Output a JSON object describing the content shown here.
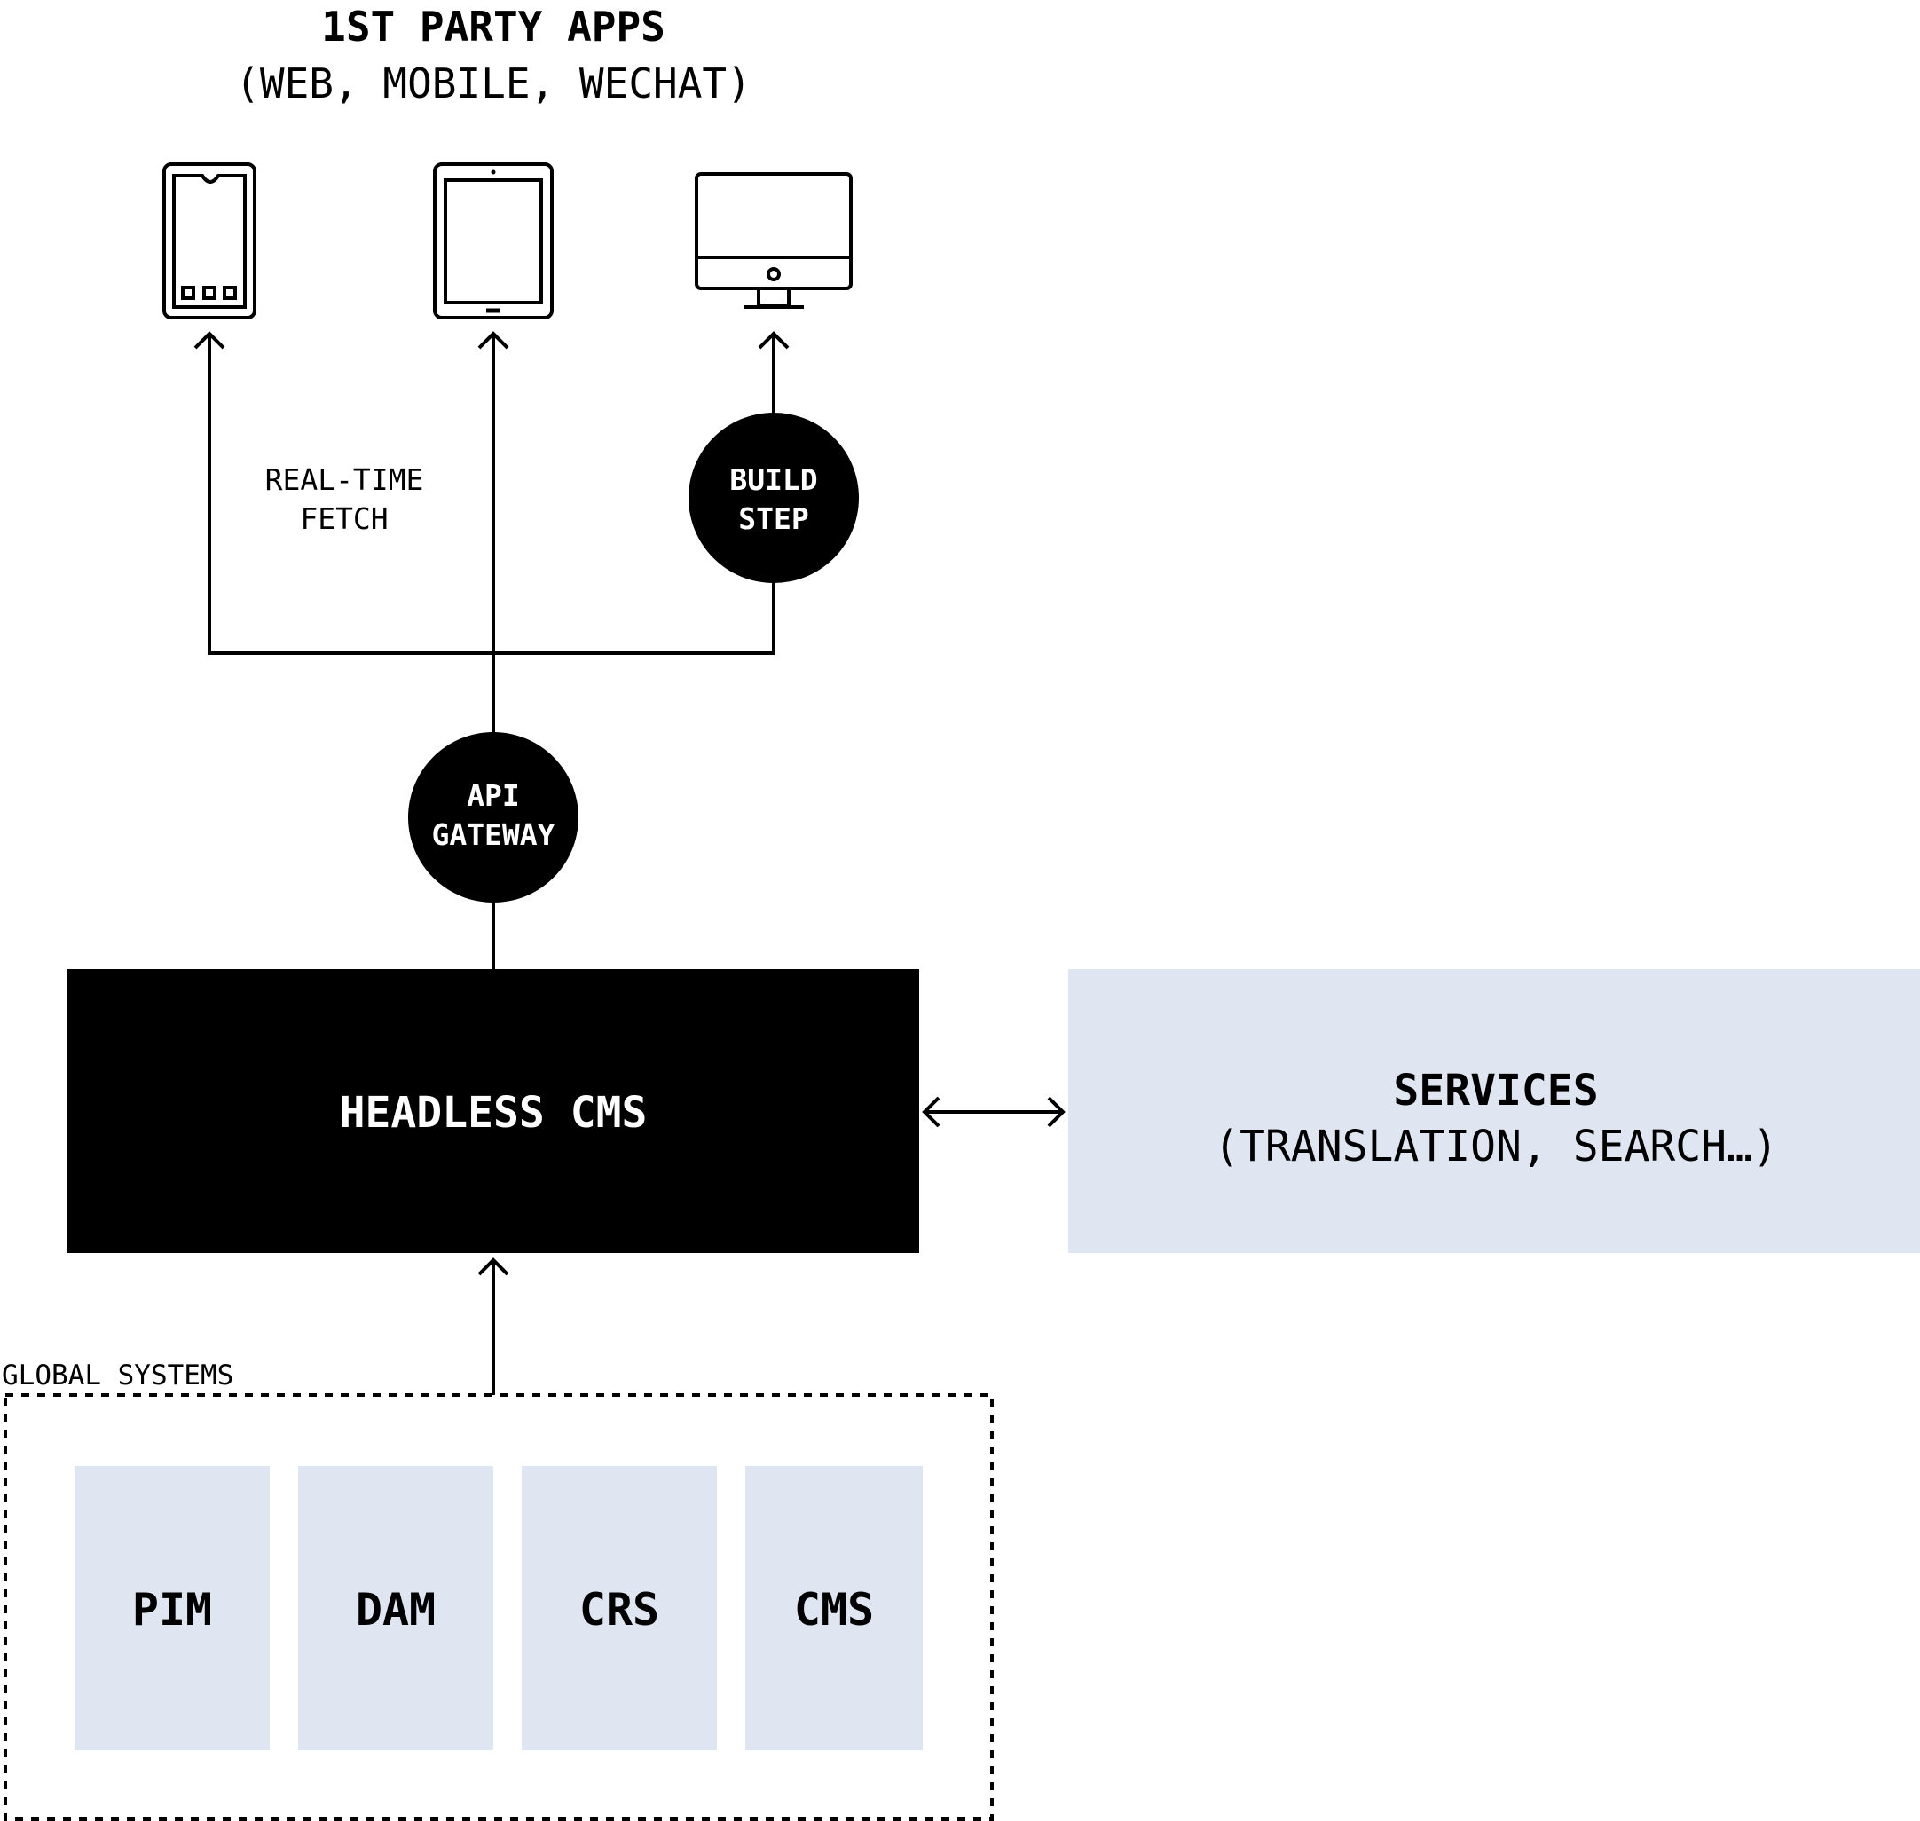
{
  "title": {
    "line1": "1ST PARTY APPS",
    "line2": "(WEB, MOBILE, WECHAT)"
  },
  "devices": [
    {
      "icon": "smartphone-icon"
    },
    {
      "icon": "tablet-icon"
    },
    {
      "icon": "desktop-monitor-icon"
    }
  ],
  "realtime_fetch": {
    "line1": "REAL-TIME",
    "line2": "FETCH"
  },
  "build_step": {
    "line1": "BUILD",
    "line2": "STEP"
  },
  "api_gateway": {
    "line1": "API",
    "line2": "GATEWAY"
  },
  "headless_cms": {
    "label": "HEADLESS CMS"
  },
  "services": {
    "line1": "SERVICES",
    "line2": "(TRANSLATION, SEARCH…)"
  },
  "global_systems": {
    "label": "GLOBAL SYSTEMS",
    "items": [
      "PIM",
      "DAM",
      "CRS",
      "CMS"
    ]
  },
  "colors": {
    "ink": "#000000",
    "box_fill": "#dfe6f1",
    "background": "#ffffff"
  }
}
